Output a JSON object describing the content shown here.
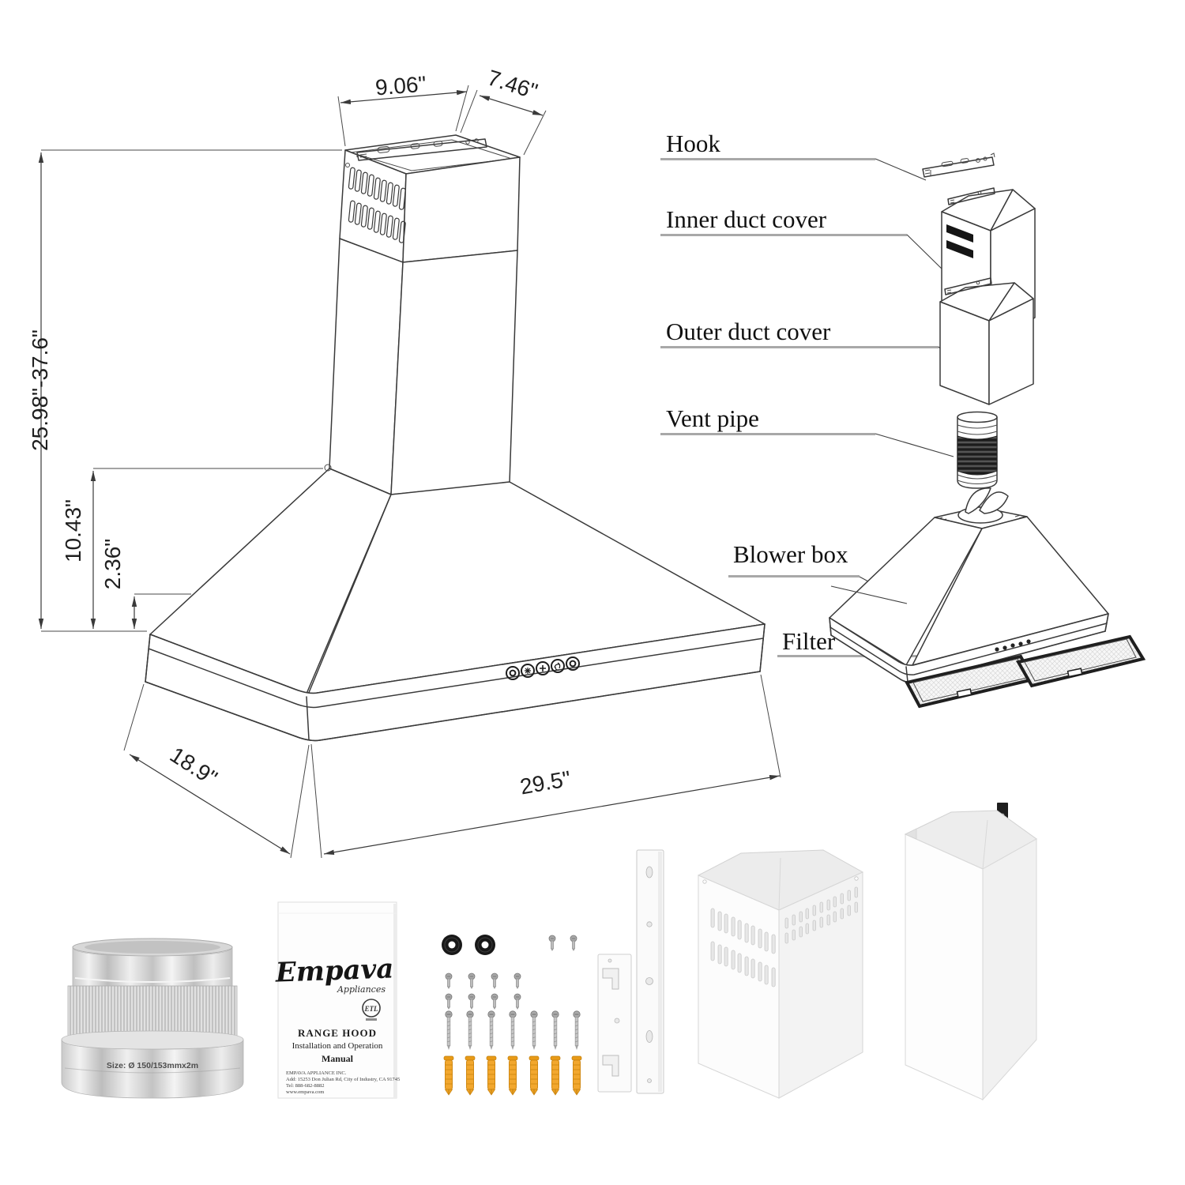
{
  "drawing": {
    "dims": {
      "top_width": "9.06\"",
      "top_depth": "7.46\"",
      "height_range": "25.98\"-37.6\"",
      "hood_height": "10.43\"",
      "rim_height": "2.36\"",
      "base_depth": "18.9\"",
      "base_width": "29.5\""
    }
  },
  "exploded": {
    "labels": {
      "hook": "Hook",
      "inner_duct_cover": "Inner duct cover",
      "outer_duct_cover": "Outer duct cover",
      "vent_pipe": "Vent pipe",
      "blower_box": "Blower box",
      "filter": "Filter"
    }
  },
  "photos": {
    "duct": {
      "size_label": "Size: Ø 150/153mmx2m"
    },
    "manual": {
      "brand": "Empava",
      "brand_sub": "Appliances",
      "cert": "ETL",
      "title": "RANGE HOOD",
      "line1": "Installation and Operation",
      "line2": "Manual",
      "company": "EMPAVA APPLIANCE INC.",
      "address": "Add: 15253 Don Julian Rd, City of Industry, CA 91745",
      "tel": "Tel: 888-682-8882",
      "web": "www.empava.com"
    }
  },
  "colors": {
    "line": "#3a3a3a",
    "underline_gray": "#a8a8a8",
    "anchor_yellow": "#f2a72e",
    "bracket_black": "#1e1e1e"
  }
}
